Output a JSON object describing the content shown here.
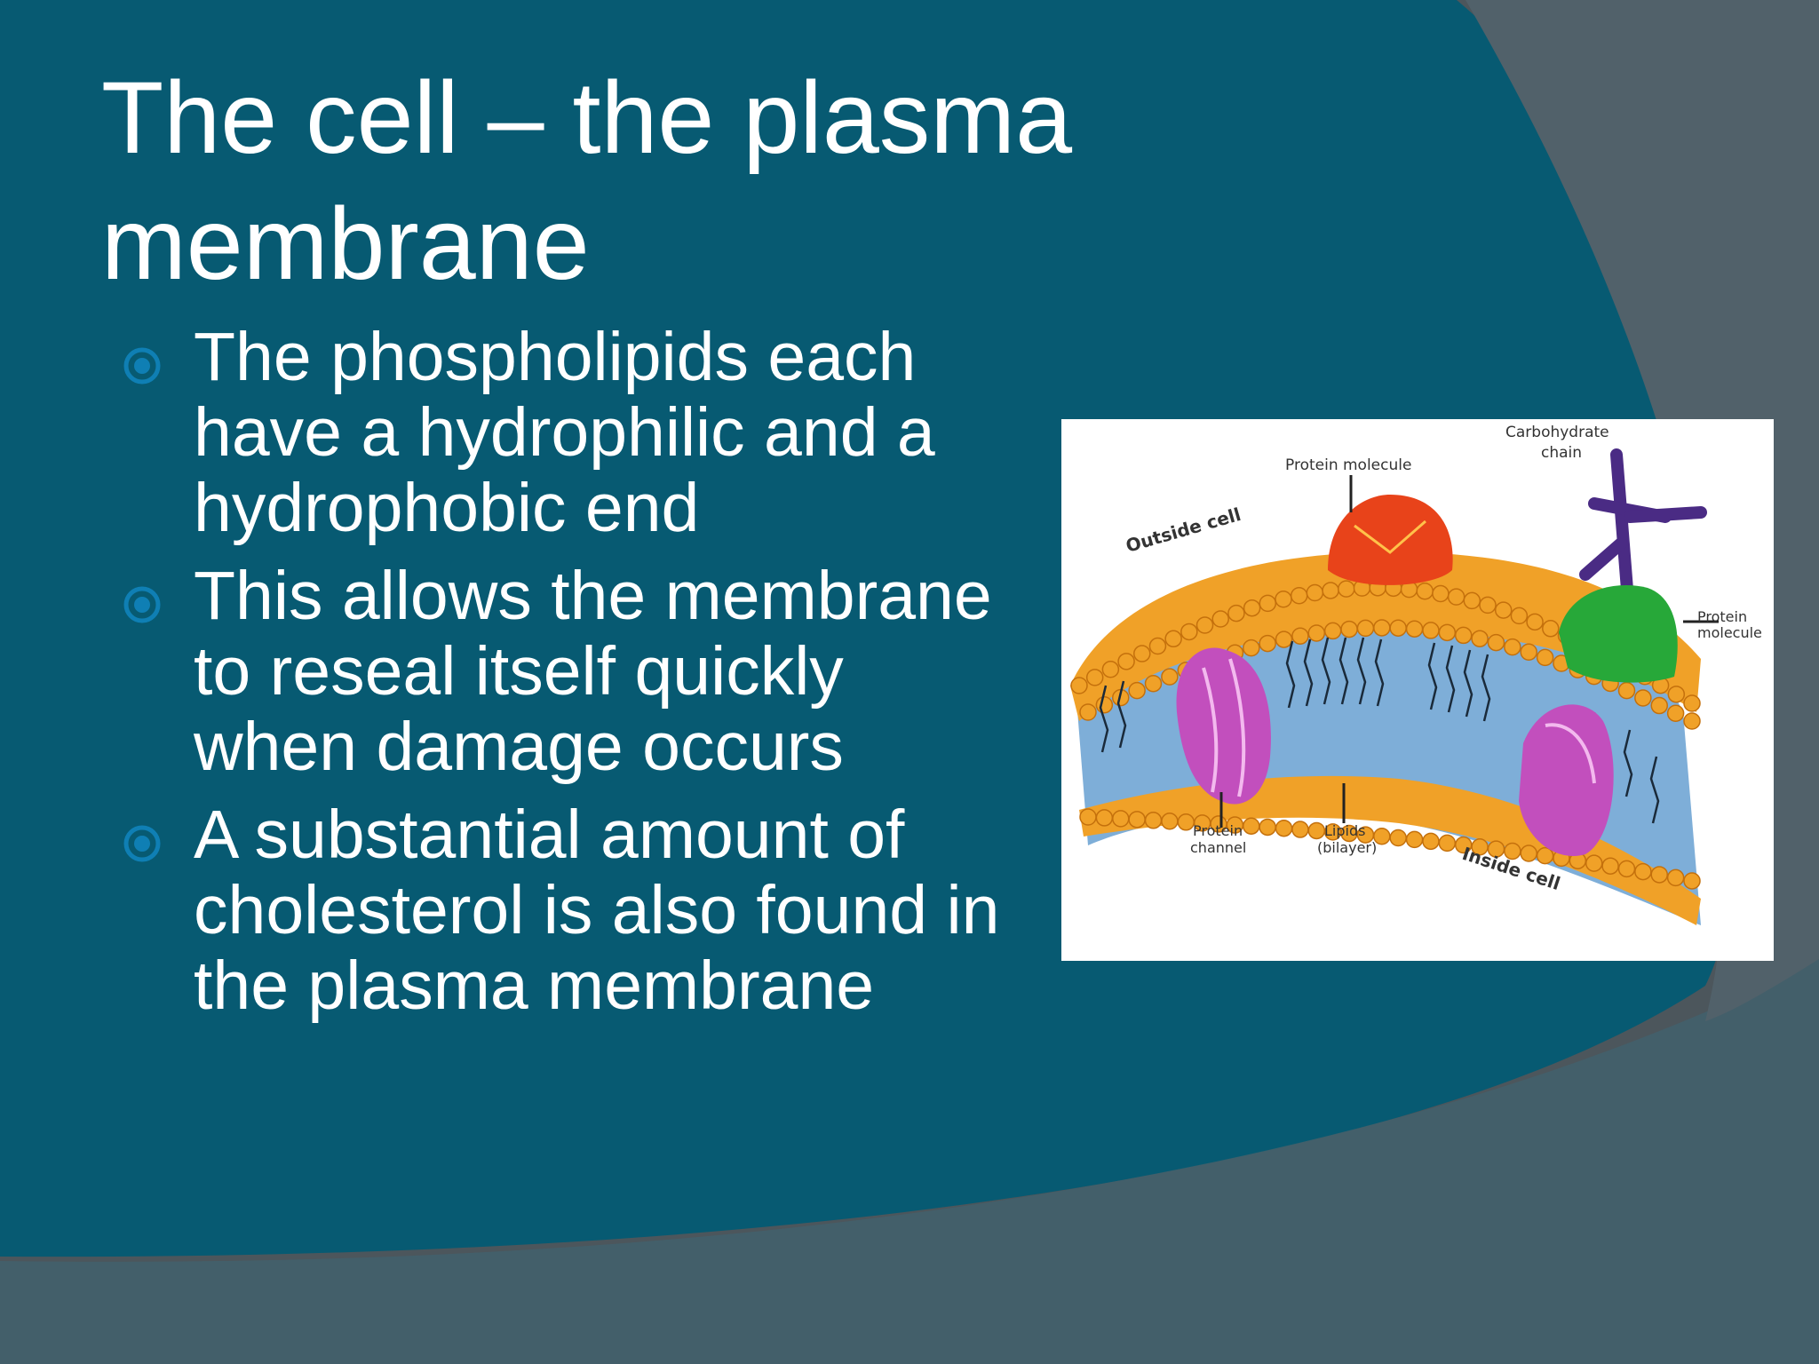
{
  "slide": {
    "title": "The cell – the plasma membrane",
    "bullets": [
      "The phospholipids each have a hydrophilic and a hydrophobic end",
      "This allows the membrane to reseal itself quickly when damage occurs",
      "A substantial amount of cholesterol is also found in the plasma membrane"
    ]
  },
  "figure": {
    "labels": {
      "outside": "Outside cell",
      "protein_top": "Protein molecule",
      "carbohydrate_1": "Carbohydrate",
      "carbohydrate_2": "chain",
      "protein_right_1": "Protein",
      "protein_right_2": "molecule",
      "channel_1": "Protein",
      "channel_2": "channel",
      "lipids_1": "Lipids",
      "lipids_2": "(bilayer)",
      "inside": "Inside cell"
    }
  },
  "colors": {
    "background_teal": "#075a72",
    "slate_band": "#4d5e66",
    "bullet_icon": "#0f7fb4",
    "lipid_head": "#f0a128",
    "protein_orange": "#e8431a",
    "protein_green": "#27a839",
    "protein_channel": "#c24fbd",
    "carbohydrate": "#4a2b84",
    "tail_region": "#7eaed8"
  }
}
